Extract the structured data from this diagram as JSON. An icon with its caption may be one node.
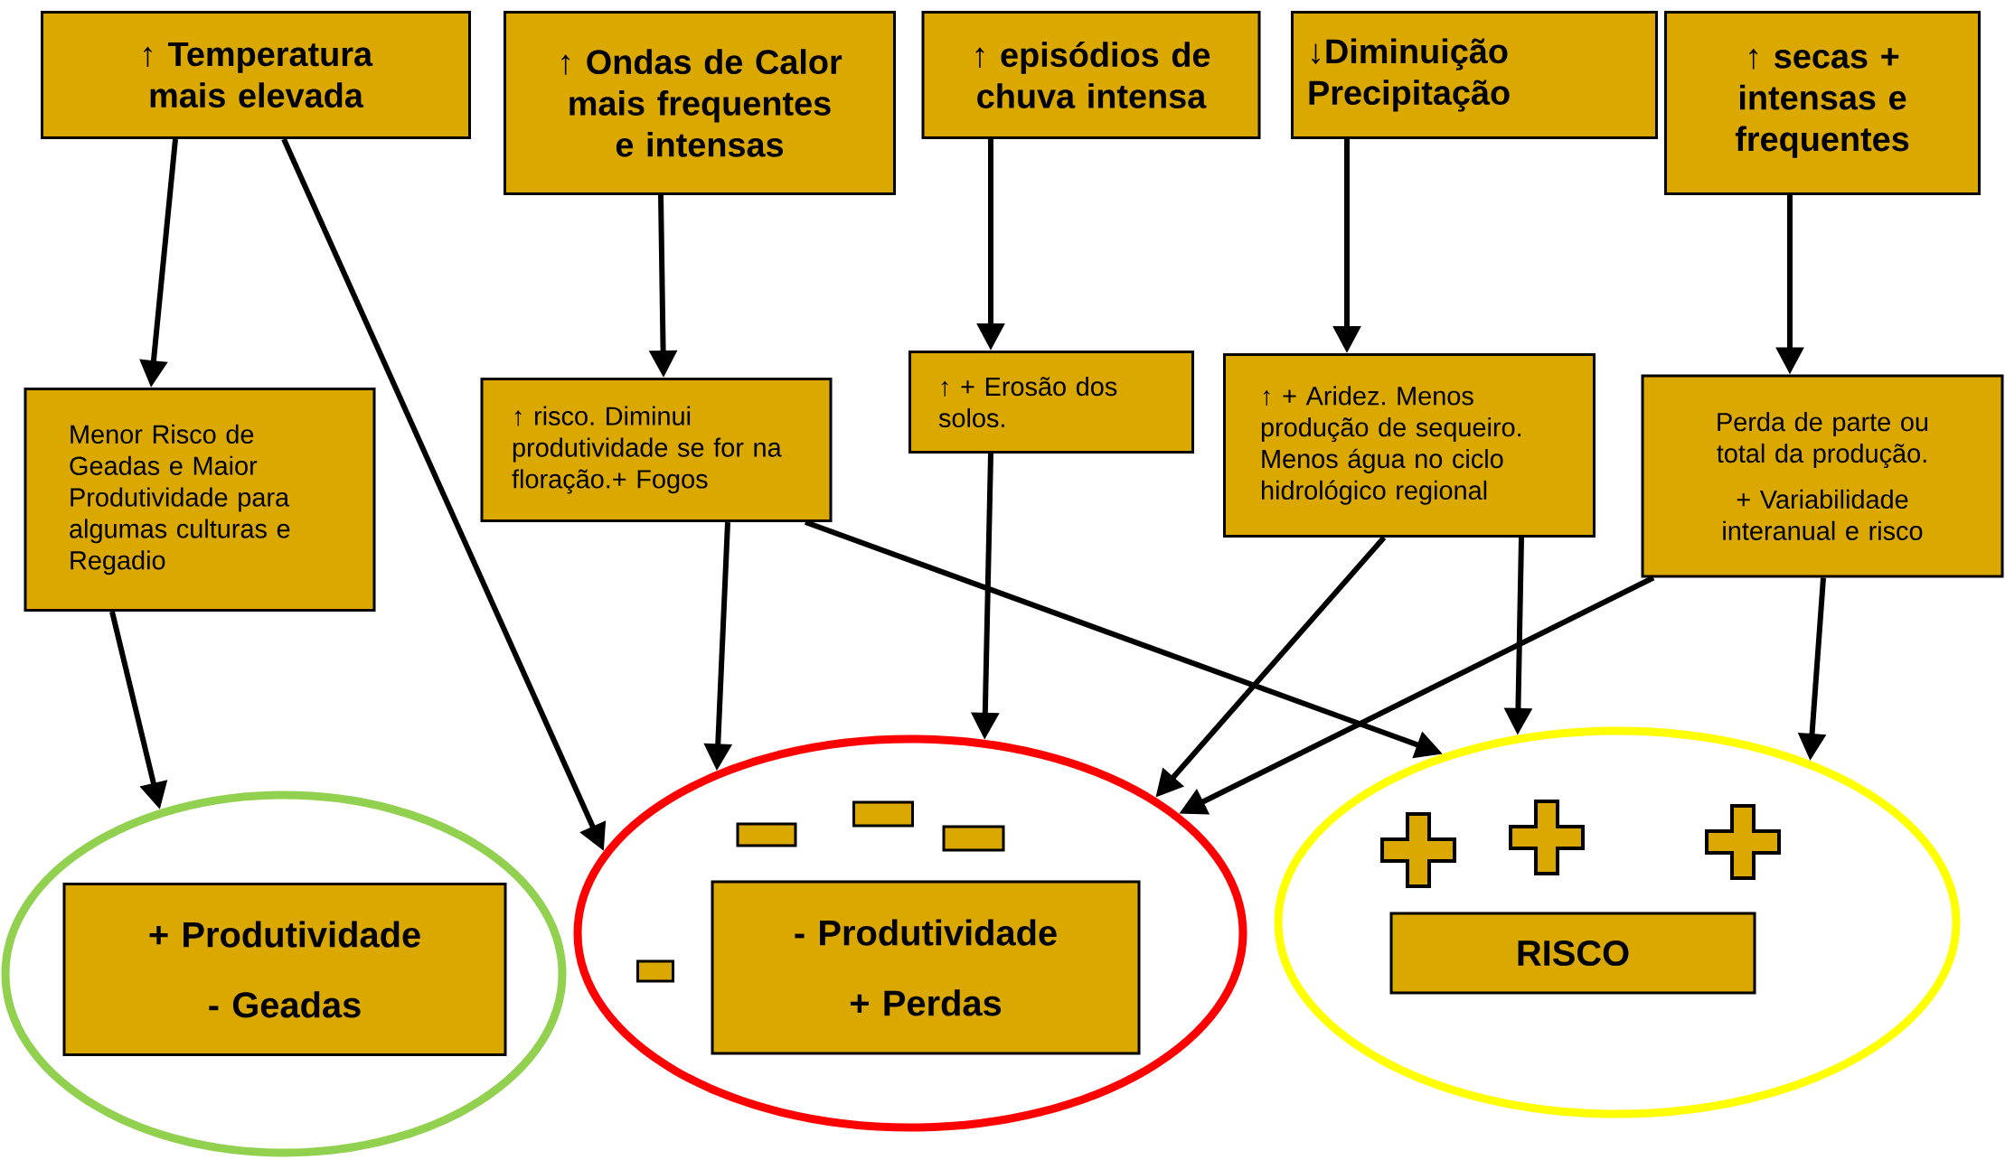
{
  "diagram": {
    "nodes": [
      {
        "text": [
          "↑ Temperatura mais elevada"
        ]
      },
      {
        "text": [
          "↑ Ondas de Calor mais frequentes e intensas"
        ]
      },
      {
        "text": [
          "↑ episódios de chuva intensa"
        ]
      },
      {
        "text": [
          "↓Diminuição Precipitação"
        ]
      },
      {
        "text": [
          "↑ secas + intensas e frequentes"
        ]
      },
      {
        "text": [
          "Menor Risco de Geadas e Maior Produtividade para algumas culturas e Regadio"
        ]
      },
      {
        "text": [
          "↑ risco. Diminui produtividade se for na floração.+ Fogos"
        ]
      },
      {
        "text": [
          "↑ + Erosão dos solos."
        ]
      },
      {
        "text": [
          "↑ + Aridez. Menos produção de sequeiro. Menos água no ciclo hidrológico regional"
        ]
      },
      {
        "text": [
          "Perda de parte ou total da produção.",
          "+ Variabilidade interanual e risco"
        ]
      },
      {
        "text": [],
        "shape": "ellipse"
      },
      {
        "text": [
          "+ Produtividade",
          "- Geadas"
        ],
        "in": 10
      },
      {
        "text": [],
        "shape": "ellipse"
      },
      {
        "text": [
          "- Produtividade",
          "+ Perdas"
        ],
        "in": 12
      },
      {
        "text": [],
        "shape": "ellipse"
      },
      {
        "text": [
          "RISCO"
        ],
        "in": 14
      },
      {
        "text": [],
        "shape": "bar",
        "in": 12
      },
      {
        "text": [],
        "shape": "bar",
        "in": 12
      },
      {
        "text": [],
        "shape": "bar",
        "in": 12
      },
      {
        "text": [],
        "shape": "bar",
        "in": 12
      },
      {
        "text": [],
        "shape": "cross",
        "in": 14
      },
      {
        "text": [],
        "shape": "cross",
        "in": 14
      },
      {
        "text": [],
        "shape": "cross",
        "in": 14
      }
    ],
    "edges": [
      {
        "from": 0,
        "to": 5,
        "arrow": "to"
      },
      {
        "from": 0,
        "to": 12,
        "arrow": "to"
      },
      {
        "from": 1,
        "to": 6,
        "arrow": "to"
      },
      {
        "from": 6,
        "to": 12,
        "arrow": "to"
      },
      {
        "from": 6,
        "to": 14,
        "arrow": "to"
      },
      {
        "from": 2,
        "to": 7,
        "arrow": "to"
      },
      {
        "from": 7,
        "to": 12,
        "arrow": "to"
      },
      {
        "from": 3,
        "to": 8,
        "arrow": "to"
      },
      {
        "from": 8,
        "to": 12,
        "arrow": "to"
      },
      {
        "from": 8,
        "to": 14,
        "arrow": "to"
      },
      {
        "from": 4,
        "to": 9,
        "arrow": "to"
      },
      {
        "from": 9,
        "to": 12,
        "arrow": "to"
      },
      {
        "from": 9,
        "to": 14,
        "arrow": "to"
      },
      {
        "from": 5,
        "to": 10,
        "arrow": "to"
      }
    ]
  }
}
